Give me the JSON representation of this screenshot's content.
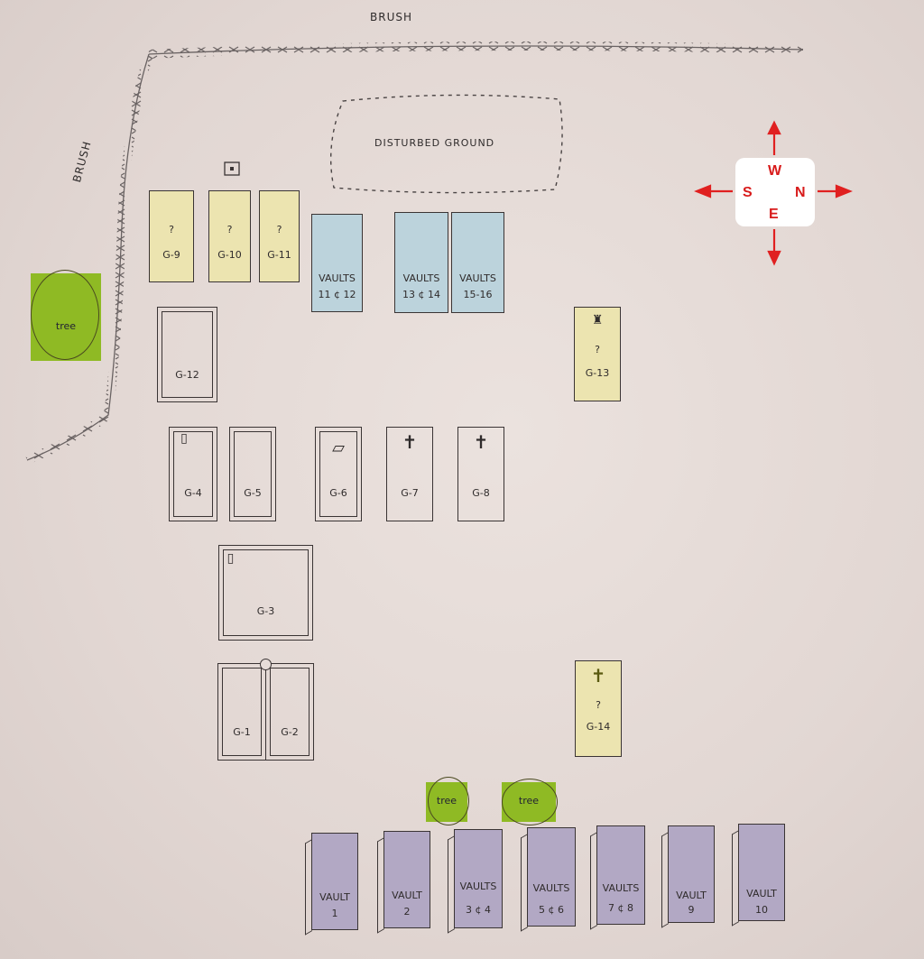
{
  "labels": {
    "brush_top": "BRUSH",
    "brush_left": "BRUSH",
    "disturbed": "DISTURBED GROUND"
  },
  "compass": {
    "w": "W",
    "s": "S",
    "n": "N",
    "e": "E",
    "color": "#d81b1b"
  },
  "plots": {
    "g9": {
      "mark": "?",
      "label": "G-9"
    },
    "g10": {
      "mark": "?",
      "label": "G-10"
    },
    "g11": {
      "mark": "?",
      "label": "G-11"
    },
    "g12": {
      "label": "G-12"
    },
    "g13": {
      "mark": "?",
      "label": "G-13"
    },
    "g14": {
      "mark": "?",
      "label": "G-14"
    },
    "g4": {
      "label": "G-4"
    },
    "g5": {
      "label": "G-5"
    },
    "g6": {
      "label": "G-6"
    },
    "g7": {
      "label": "G-7"
    },
    "g8": {
      "label": "G-8"
    },
    "g3": {
      "label": "G-3"
    },
    "g1": {
      "label": "G-1"
    },
    "g2": {
      "label": "G-2"
    }
  },
  "blue_vaults": [
    {
      "l1": "VAULTS",
      "l2": "11 ¢ 12"
    },
    {
      "l1": "VAULTS",
      "l2": "13 ¢ 14"
    },
    {
      "l1": "VAULTS",
      "l2": "15-16"
    }
  ],
  "purple_vaults": [
    {
      "l1": "VAULT",
      "l2": "1"
    },
    {
      "l1": "VAULT",
      "l2": "2"
    },
    {
      "l1": "VAULTS",
      "l2": "3 ¢ 4"
    },
    {
      "l1": "VAULTS",
      "l2": "5 ¢ 6"
    },
    {
      "l1": "VAULTS",
      "l2": "7 ¢ 8"
    },
    {
      "l1": "VAULT",
      "l2": "9"
    },
    {
      "l1": "VAULT",
      "l2": "10"
    }
  ],
  "trees": {
    "left": "tree",
    "bottom1": "tree",
    "bottom2": "tree"
  },
  "colors": {
    "yellow": "#ece4b0",
    "blue": "#bcd3dc",
    "purple": "#b2a8c4",
    "tree": "#8fba24"
  }
}
